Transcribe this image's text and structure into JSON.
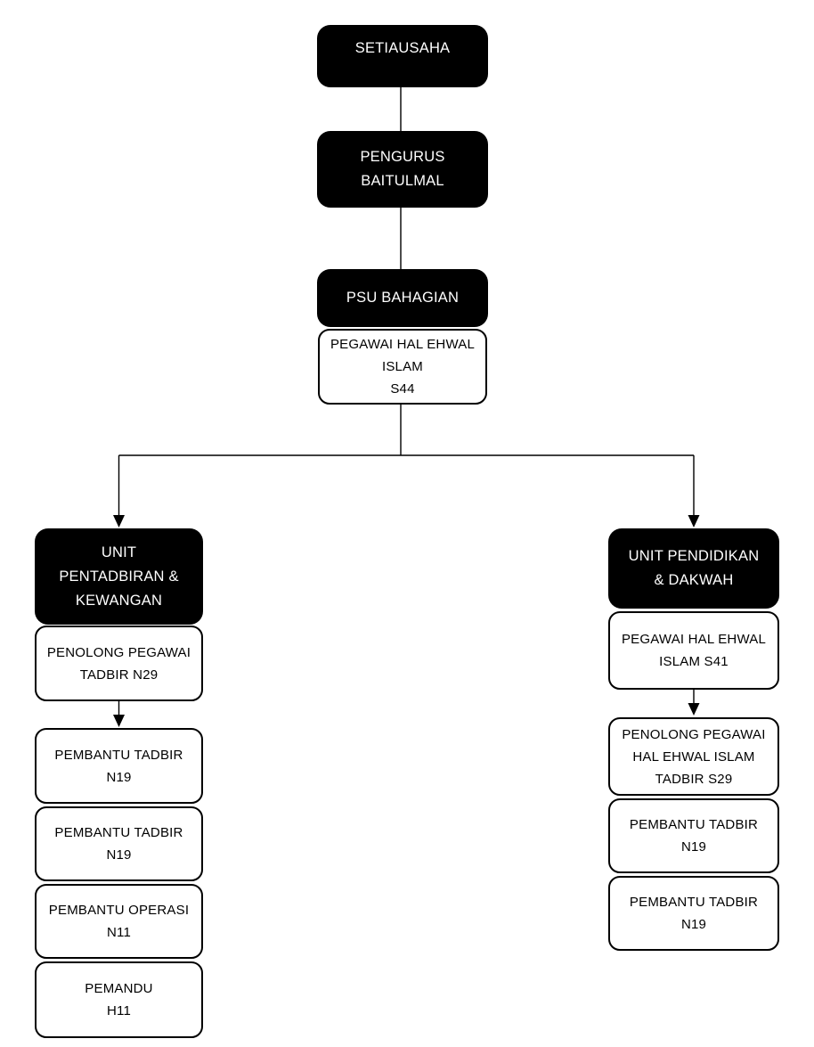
{
  "diagram": {
    "type": "organization-chart",
    "colors": {
      "background": "#ffffff",
      "node_fill_dark": "#000000",
      "node_text_dark": "#ffffff",
      "node_fill_light": "#ffffff",
      "node_border": "#000000",
      "connector": "#000000"
    },
    "root_chain": [
      {
        "id": "setiausaha",
        "variant": "dark",
        "lines": [
          "SETIAUSAHA"
        ]
      },
      {
        "id": "pengurus-baitulmal",
        "variant": "dark",
        "lines": [
          "PENGURUS",
          "BAITULMAL"
        ]
      },
      {
        "id": "psu-bahagian",
        "variant": "dark",
        "lines": [
          "PSU BAHAGIAN"
        ]
      },
      {
        "id": "pegawai-hal-ehwal-islam-s44",
        "variant": "light",
        "lines": [
          "PEGAWAI HAL EHWAL",
          "ISLAM",
          "S44"
        ]
      }
    ],
    "left_branch": {
      "head": {
        "id": "unit-pentadbiran-kewangan",
        "variant": "dark",
        "lines": [
          "UNIT",
          "PENTADBIRAN &",
          "KEWANGAN"
        ]
      },
      "nodes": [
        {
          "id": "penolong-pegawai-tadbir-n29",
          "variant": "light",
          "lines": [
            "PENOLONG PEGAWAI",
            "TADBIR N29"
          ]
        },
        {
          "id": "pembantu-tadbir-n19-1",
          "variant": "light",
          "lines": [
            "PEMBANTU TADBIR",
            "N19"
          ]
        },
        {
          "id": "pembantu-tadbir-n19-2",
          "variant": "light",
          "lines": [
            "PEMBANTU TADBIR",
            "N19"
          ]
        },
        {
          "id": "pembantu-operasi-n11",
          "variant": "light",
          "lines": [
            "PEMBANTU OPERASI",
            "N11"
          ]
        },
        {
          "id": "pemandu-h11",
          "variant": "light",
          "lines": [
            "PEMANDU",
            "H11"
          ]
        }
      ]
    },
    "right_branch": {
      "head": {
        "id": "unit-pendidikan-dakwah",
        "variant": "dark",
        "lines": [
          "UNIT PENDIDIKAN",
          "& DAKWAH"
        ]
      },
      "nodes": [
        {
          "id": "pegawai-hal-ehwal-islam-s41",
          "variant": "light",
          "lines": [
            "PEGAWAI HAL EHWAL",
            "ISLAM S41"
          ]
        },
        {
          "id": "penolong-pegawai-hal-ehwal-islam-tadbir-s29",
          "variant": "light",
          "lines": [
            "PENOLONG PEGAWAI",
            "HAL EHWAL ISLAM",
            "TADBIR S29"
          ]
        },
        {
          "id": "pembantu-tadbir-n19-3",
          "variant": "light",
          "lines": [
            "PEMBANTU TADBIR",
            "N19"
          ]
        },
        {
          "id": "pembantu-tadbir-n19-4",
          "variant": "light",
          "lines": [
            "PEMBANTU TADBIR",
            "N19"
          ]
        }
      ]
    }
  }
}
